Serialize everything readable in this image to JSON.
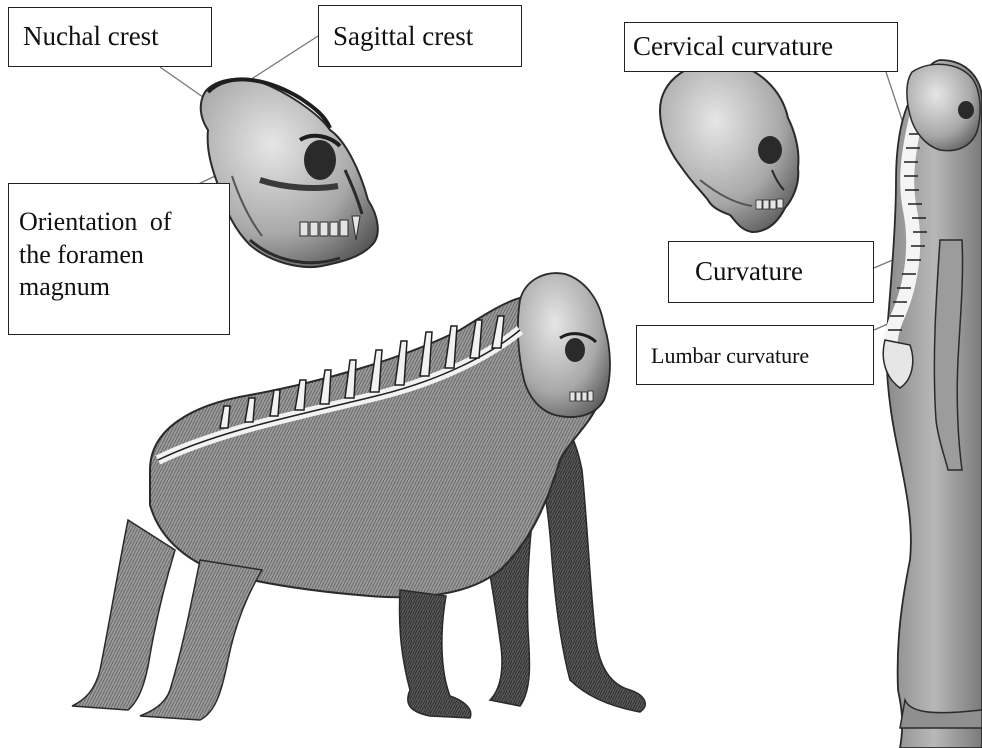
{
  "labels": {
    "nuchal_crest": "Nuchal crest",
    "sagittal_crest": "Sagittal crest",
    "foramen_line1": "Orientation of",
    "foramen_line2": "the foramen",
    "foramen_line3": "magnum",
    "cervical_curvature": "Cervical curvature",
    "curvature": "Curvature",
    "lumbar_curvature": "Lumbar curvature"
  },
  "colors": {
    "background": "#ffffff",
    "box_border": "#222222",
    "text": "#111111",
    "ink": "#2b2b2b",
    "fur_dark": "#4a4a4a",
    "fur_mid": "#8c8c8c",
    "fur_light": "#c9c9c9"
  }
}
